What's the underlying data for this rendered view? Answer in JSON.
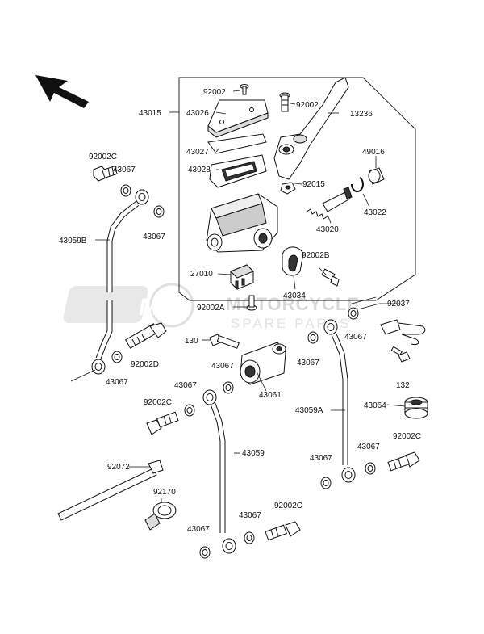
{
  "parts": [
    {
      "label": "92002",
      "name": "screw-top"
    },
    {
      "label": "92002",
      "name": "lever-pivot-bolt"
    },
    {
      "label": "43015",
      "name": "master-cylinder-assy"
    },
    {
      "label": "43026",
      "name": "reservoir-cap"
    },
    {
      "label": "13236",
      "name": "brake-lever"
    },
    {
      "label": "43027",
      "name": "plate"
    },
    {
      "label": "92002C",
      "name": "banjo-bolt-upper-left"
    },
    {
      "label": "43067",
      "name": "washer-upper-left"
    },
    {
      "label": "49016",
      "name": "boot"
    },
    {
      "label": "43028",
      "name": "diaphragm"
    },
    {
      "label": "92015",
      "name": "nut"
    },
    {
      "label": "43022",
      "name": "circlip"
    },
    {
      "label": "43067",
      "name": "washer-hose-left"
    },
    {
      "label": "43020",
      "name": "piston-kit"
    },
    {
      "label": "43059B",
      "name": "brake-hose-left"
    },
    {
      "label": "92002B",
      "name": "clamp-bolt"
    },
    {
      "label": "27010",
      "name": "brake-switch"
    },
    {
      "label": "43034",
      "name": "holder-clamp"
    },
    {
      "label": "92037",
      "name": "hose-clamp"
    },
    {
      "label": "92002A",
      "name": "switch-screw"
    },
    {
      "label": "43067",
      "name": "washer-right-upper"
    },
    {
      "label": "130",
      "name": "bolt-130"
    },
    {
      "label": "92002D",
      "name": "banjo-bolt-d"
    },
    {
      "label": "43067",
      "name": "washer-lower-left"
    },
    {
      "label": "43067",
      "name": "washer-center"
    },
    {
      "label": "43067",
      "name": "washer-center-right"
    },
    {
      "label": "132",
      "name": "bolt-132"
    },
    {
      "label": "43061",
      "name": "three-way-joint"
    },
    {
      "label": "43067",
      "name": "washer-center-lower"
    },
    {
      "label": "43064",
      "name": "grommet"
    },
    {
      "label": "92002C",
      "name": "banjo-bolt-left"
    },
    {
      "label": "43059A",
      "name": "brake-hose-right"
    },
    {
      "label": "92002C",
      "name": "banjo-bolt-right"
    },
    {
      "label": "43067",
      "name": "washer-right-lower"
    },
    {
      "label": "43059",
      "name": "brake-hose-center"
    },
    {
      "label": "43067",
      "name": "washer-right-bottom"
    },
    {
      "label": "92072",
      "name": "cable-tie"
    },
    {
      "label": "92170",
      "name": "clamp-92170"
    },
    {
      "label": "92002C",
      "name": "banjo-bolt-bottom"
    },
    {
      "label": "43067",
      "name": "washer-bottom-center"
    },
    {
      "label": "43067",
      "name": "washer-bottom-left"
    }
  ],
  "watermark": {
    "logo": "MSP",
    "line1": "MOTORCYCLE",
    "line2": "SPARE PARTS"
  },
  "colors": {
    "line": "#111111",
    "watermark_logo": "#e5e5e5"
  }
}
